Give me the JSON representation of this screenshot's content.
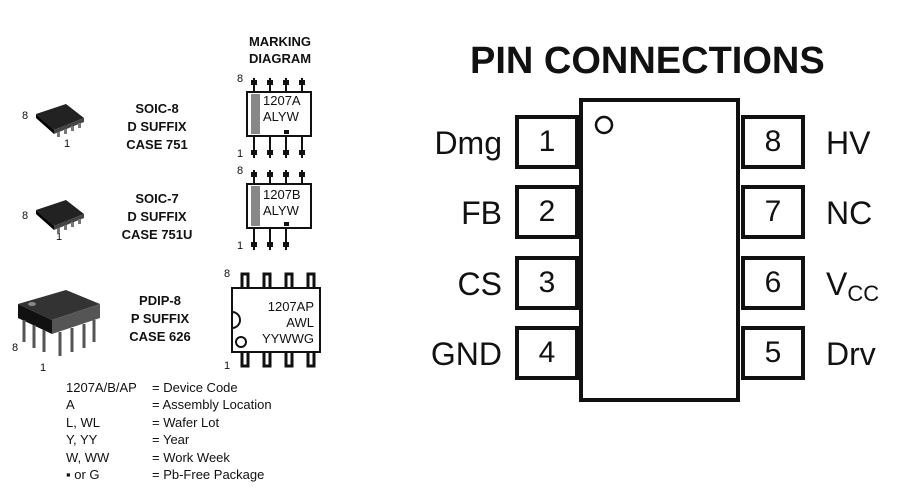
{
  "marking_title": [
    "MARKING",
    "DIAGRAM"
  ],
  "packages": [
    {
      "lines": [
        "SOIC-8",
        "D SUFFIX",
        "CASE 751"
      ],
      "pin_left": "8",
      "pin_right": "1",
      "marking": [
        "1207A",
        "ALYW"
      ],
      "mark_pin_top": "8",
      "mark_pin_bottom": "1"
    },
    {
      "lines": [
        "SOIC-7",
        "D SUFFIX",
        "CASE 751U"
      ],
      "pin_left": "8",
      "pin_right": "1",
      "marking": [
        "1207B",
        "ALYW"
      ],
      "mark_pin_top": "8",
      "mark_pin_bottom": "1"
    },
    {
      "lines": [
        "PDIP-8",
        "P SUFFIX",
        "CASE 626"
      ],
      "pin_left": "8",
      "pin_right": "1",
      "marking": [
        "1207AP",
        "AWL",
        "YYWWG"
      ],
      "mark_pin_top": "8",
      "mark_pin_bottom": "1"
    }
  ],
  "legend": [
    {
      "key": "1207A/B/AP",
      "value": "= Device Code"
    },
    {
      "key": "A",
      "value": "= Assembly Location"
    },
    {
      "key": "L, WL",
      "value": "= Wafer Lot"
    },
    {
      "key": "Y, YY",
      "value": "= Year"
    },
    {
      "key": "W, WW",
      "value": "= Work Week"
    },
    {
      "key": "▪ or G",
      "value": "= Pb-Free Package"
    }
  ],
  "pin_connections": {
    "title": "PIN CONNECTIONS",
    "left": [
      {
        "num": "1",
        "name": "Dmg"
      },
      {
        "num": "2",
        "name": "FB"
      },
      {
        "num": "3",
        "name": "CS"
      },
      {
        "num": "4",
        "name": "GND"
      }
    ],
    "right": [
      {
        "num": "8",
        "name": "HV"
      },
      {
        "num": "7",
        "name": "NC"
      },
      {
        "num": "6",
        "name": "V",
        "sub": "CC"
      },
      {
        "num": "5",
        "name": "Drv"
      }
    ]
  }
}
